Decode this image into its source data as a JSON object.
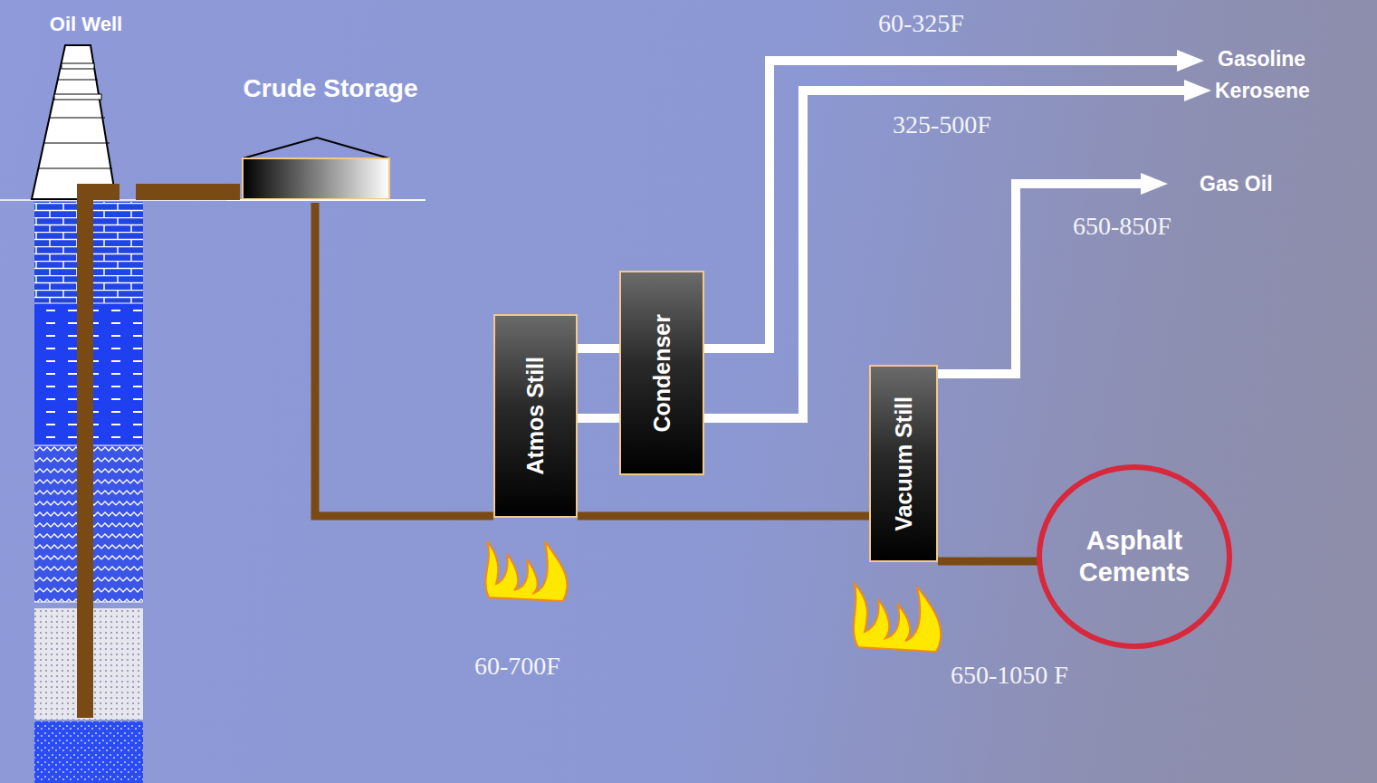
{
  "diagram": {
    "nodes": [
      {
        "text": [
          "Oil Well"
        ]
      },
      {
        "text": [
          "Crude Storage"
        ]
      },
      {
        "text": [
          "Atmos Still"
        ]
      },
      {
        "text": [
          "Condenser"
        ]
      },
      {
        "text": [
          "Vacuum Still"
        ]
      },
      {
        "text": [
          "Asphalt Cements"
        ]
      }
    ],
    "edges": [
      {
        "from": 0,
        "to": 1,
        "arrow": "none"
      },
      {
        "from": 1,
        "to": 2,
        "arrow": "none"
      },
      {
        "from": 2,
        "to": 3,
        "arrow": "none"
      },
      {
        "from": 2,
        "to": 3,
        "arrow": "none"
      },
      {
        "from": 2,
        "to": 4,
        "arrow": "none"
      },
      {
        "from": 4,
        "to": 5,
        "arrow": "none"
      }
    ],
    "labels": [
      "60-325F",
      "Gasoline",
      "Kerosene",
      "325-500F",
      "Gas Oil",
      "650-850F",
      "60-700F",
      "650-1050 F"
    ]
  }
}
